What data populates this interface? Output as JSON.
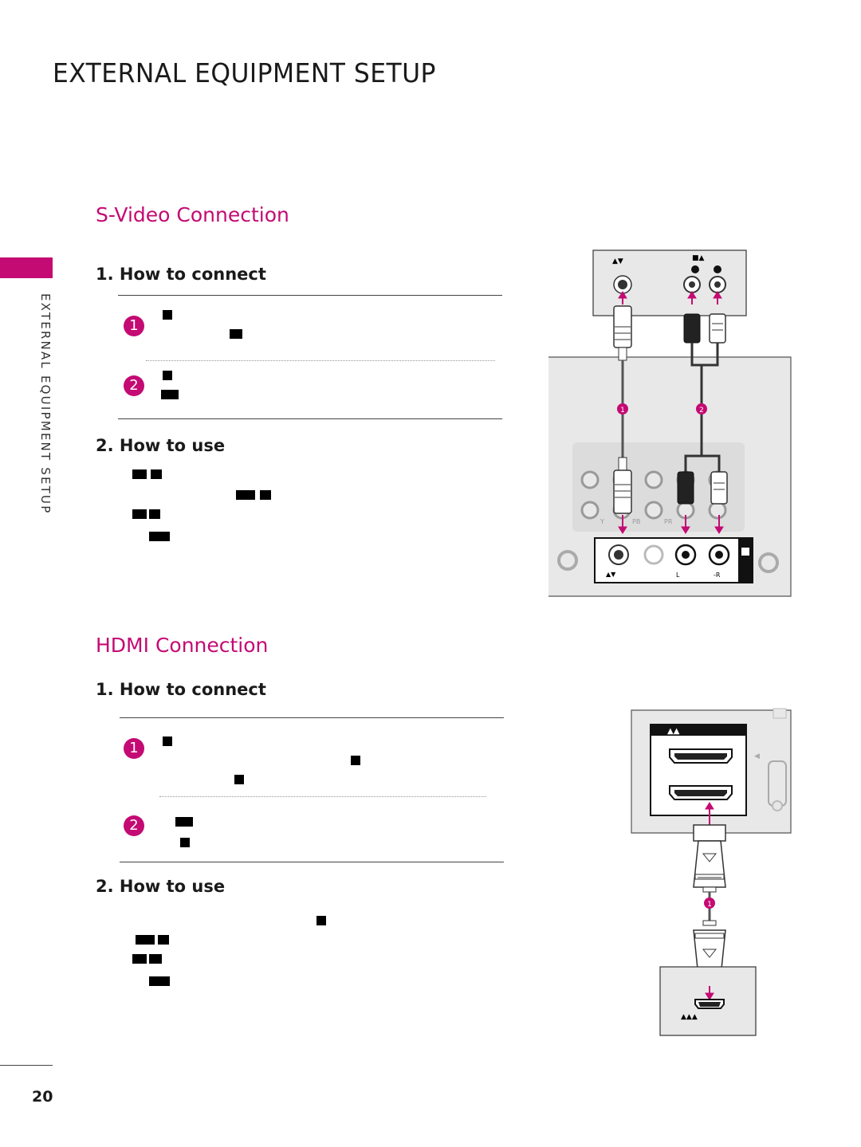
{
  "page": {
    "title": "EXTERNAL EQUIPMENT SETUP",
    "side_label": "EXTERNAL EQUIPMENT SETUP",
    "page_number": "20"
  },
  "svideo": {
    "title": "S-Video Connection",
    "how_to_connect": "1. How to connect",
    "how_to_use": "2. How to use",
    "steps": [
      "1",
      "2"
    ],
    "diagram": {
      "callouts": [
        "1",
        "2"
      ],
      "port_labels": {
        "y": "Y",
        "pb": "PB",
        "pr": "PR",
        "l": "L",
        "r": "-R"
      }
    }
  },
  "hdmi": {
    "title": "HDMI Connection",
    "how_to_connect": "1. How to connect",
    "how_to_use": "2. How to use",
    "steps": [
      "1",
      "2"
    ],
    "diagram": {
      "callouts": [
        "1"
      ]
    }
  },
  "colors": {
    "accent": "#c40a73",
    "panel": "#e8e8e8",
    "text": "#1a1a1a"
  }
}
